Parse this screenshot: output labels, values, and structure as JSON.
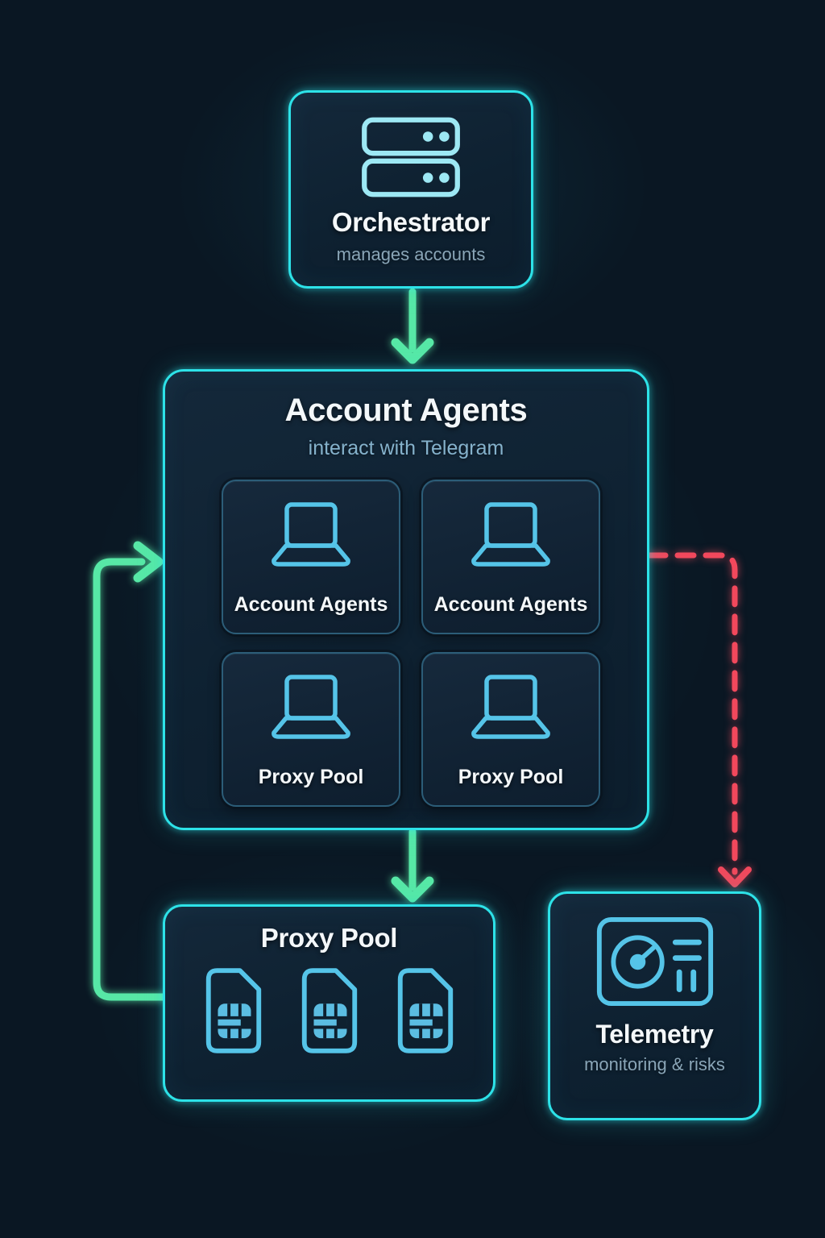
{
  "colors": {
    "bg": "#0a1723",
    "cyan": "#2de2e8",
    "green": "#57e8a6",
    "red": "#f2485c",
    "card_border": "#2c5d78",
    "icon_blue": "#55c4e8",
    "icon_pale": "#9de8f4",
    "sim_fill": "#5bbde2",
    "title": "#f4f8fa",
    "subtitle": "#8aa6b8",
    "subtitle_blue": "#85b2cc"
  },
  "orchestrator": {
    "title": "Orchestrator",
    "subtitle": "manages accounts",
    "icon": "server-icon"
  },
  "account_agents": {
    "title": "Account Agents",
    "subtitle": "interact with Telegram",
    "cards": [
      {
        "label": "Account Agents",
        "icon": "laptop-icon"
      },
      {
        "label": "Account Agents",
        "icon": "laptop-icon"
      },
      {
        "label": "Proxy Pool",
        "icon": "laptop-icon"
      },
      {
        "label": "Proxy Pool",
        "icon": "laptop-icon"
      }
    ]
  },
  "proxy_pool": {
    "title": "Proxy Pool",
    "icon": "sim-card-icon",
    "sim_count": 3
  },
  "telemetry": {
    "title": "Telemetry",
    "subtitle": "monitoring & risks",
    "icon": "gauge-dashboard-icon"
  },
  "edges": [
    {
      "from": "Orchestrator",
      "to": "Account Agents",
      "style": "solid",
      "color": "green"
    },
    {
      "from": "Account Agents",
      "to": "Proxy Pool",
      "style": "solid",
      "color": "green"
    },
    {
      "from": "Proxy Pool",
      "to": "Account Agents",
      "style": "solid",
      "color": "green"
    },
    {
      "from": "Account Agents",
      "to": "Telemetry",
      "style": "dashed",
      "color": "red"
    }
  ]
}
